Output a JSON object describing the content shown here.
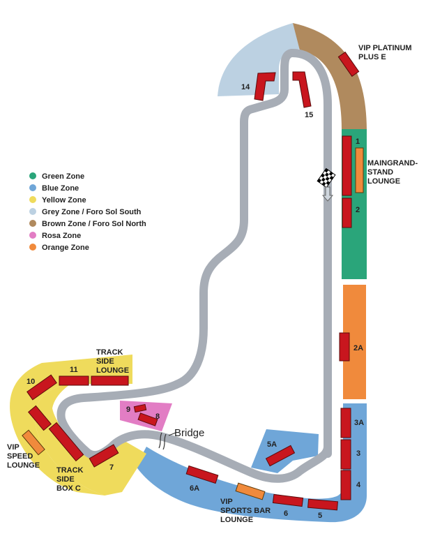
{
  "colors": {
    "green": "#2aa57a",
    "blue": "#6fa6d8",
    "yellow": "#efdb5c",
    "grey": "#bcd1e2",
    "brown": "#b08a5e",
    "rosa": "#e27dc4",
    "orange": "#f08a3c",
    "stand": "#c8161e",
    "track": "#a7adb6"
  },
  "legend": [
    {
      "label": "Green Zone",
      "color": "#2aa57a"
    },
    {
      "label": "Blue Zone",
      "color": "#6fa6d8"
    },
    {
      "label": "Yellow Zone",
      "color": "#efdb5c"
    },
    {
      "label": "Grey Zone / Foro Sol South",
      "color": "#bcd1e2"
    },
    {
      "label": "Brown Zone / Foro Sol North",
      "color": "#b08a5e"
    },
    {
      "label": "Rosa Zone",
      "color": "#e27dc4"
    },
    {
      "label": "Orange Zone",
      "color": "#f08a3c"
    }
  ],
  "labels": {
    "vip_platinum": [
      "VIP PLATINUM",
      "PLUS E"
    ],
    "maingrandstand": [
      "MAINGRAND-",
      "STAND",
      "LOUNGE"
    ],
    "track_side_lounge": [
      "TRACK",
      "SIDE",
      "LOUNGE"
    ],
    "vip_speed": [
      "VIP",
      "SPEED",
      "LOUNGE"
    ],
    "track_side_box_c": [
      "TRACK",
      "SIDE",
      "BOX C"
    ],
    "vip_sports_bar": [
      "VIP",
      "SPORTS BAR",
      "LOUNGE"
    ],
    "bridge": "Bridge"
  },
  "stands": {
    "s1": "1",
    "s2": "2",
    "s2a": "2A",
    "s3a": "3A",
    "s3": "3",
    "s4": "4",
    "s5": "5",
    "s5a": "5A",
    "s6": "6",
    "s6a": "6A",
    "s7": "7",
    "s8": "8",
    "s9": "9",
    "s10": "10",
    "s11": "11",
    "s14": "14",
    "s15": "15"
  }
}
